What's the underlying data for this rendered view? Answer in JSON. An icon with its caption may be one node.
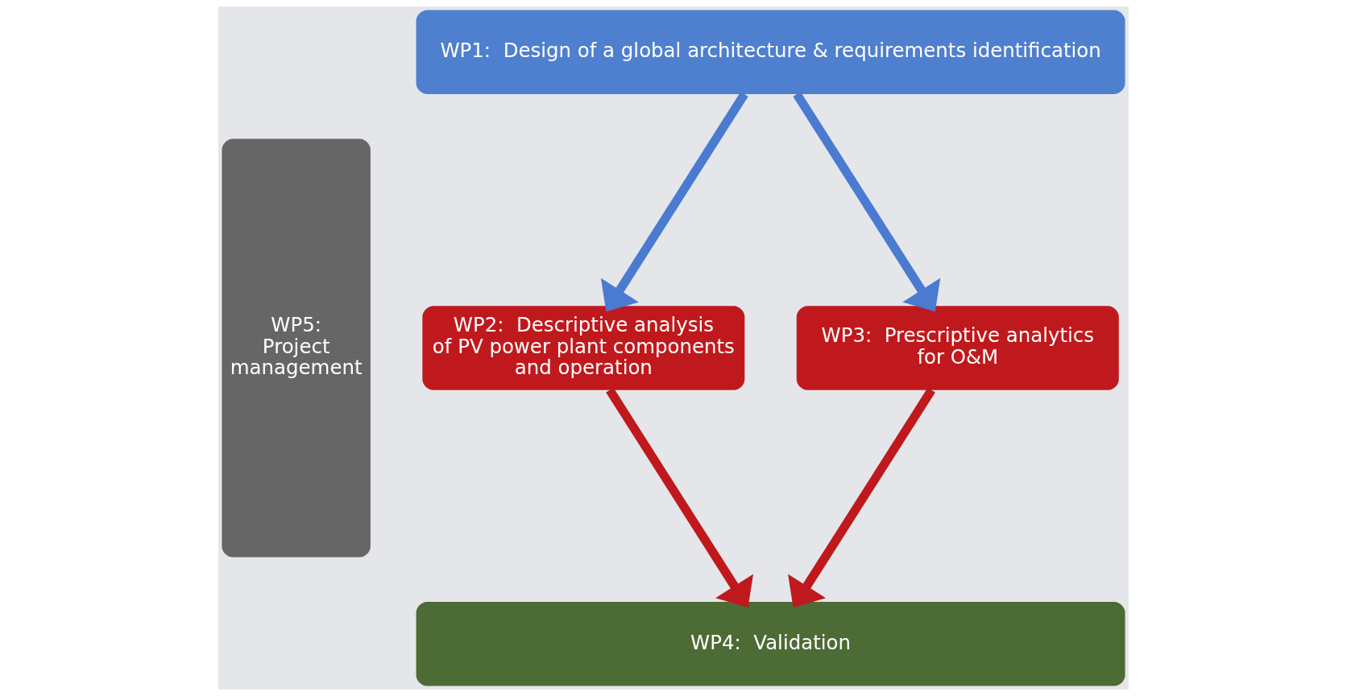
{
  "diagram": {
    "nodes": [
      {
        "text": [
          "WP5: Project management"
        ]
      },
      {
        "text": [
          "WP1:  Design of a global architecture & requirements identification"
        ]
      },
      {
        "text": [
          "WP2:  Descriptive analysis of PV power plant components and operation"
        ]
      },
      {
        "text": [
          "WP3:  Prescriptive analytics for O&M"
        ]
      },
      {
        "text": [
          "WP4:  Validation"
        ]
      }
    ],
    "edges": [
      {
        "from": 1,
        "to": 2,
        "arrow": "to",
        "color": "#4a7bd0"
      },
      {
        "from": 1,
        "to": 3,
        "arrow": "to",
        "color": "#4a7bd0"
      },
      {
        "from": 2,
        "to": 4,
        "arrow": "to",
        "color": "#c0191d"
      },
      {
        "from": 3,
        "to": 4,
        "arrow": "to",
        "color": "#c0191d"
      }
    ]
  }
}
